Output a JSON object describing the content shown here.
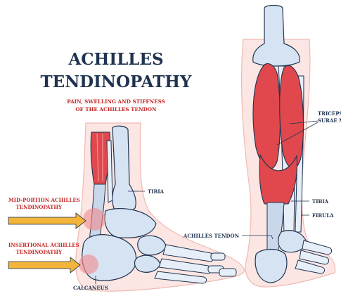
{
  "title": {
    "line1": "ACHILLES",
    "line2": "TENDINOPATHY"
  },
  "subtitle": {
    "line1": "PAIN, SWELLING AND STIFFNESS",
    "line2": "OF THE ACHILLES TENDON"
  },
  "left_labels": {
    "mid_portion": {
      "line1": "MID-PORTION ACHILLES",
      "line2": "TENDINOPATHY"
    },
    "insertional": {
      "line1": "INSERTIONAL ACHILLES",
      "line2": "TENDINOPATHY"
    },
    "tibia": "TIBIA",
    "calcaneus": "CALCANEUS"
  },
  "right_labels": {
    "triceps": {
      "line1": "TRICEPS",
      "line2": "SURAE M"
    },
    "tibia": "TIBIA",
    "fibula": "FIBULA",
    "achilles_tendon": "ACHILLES TENDON"
  },
  "colors": {
    "title": "#1f3350",
    "subtitle": "#c62828",
    "muscle": "#e0484d",
    "bone": "#d6e3f2",
    "skin": "#fbe6e3",
    "arrow": "#f2b53a",
    "inflammation": "#f08a8a"
  }
}
